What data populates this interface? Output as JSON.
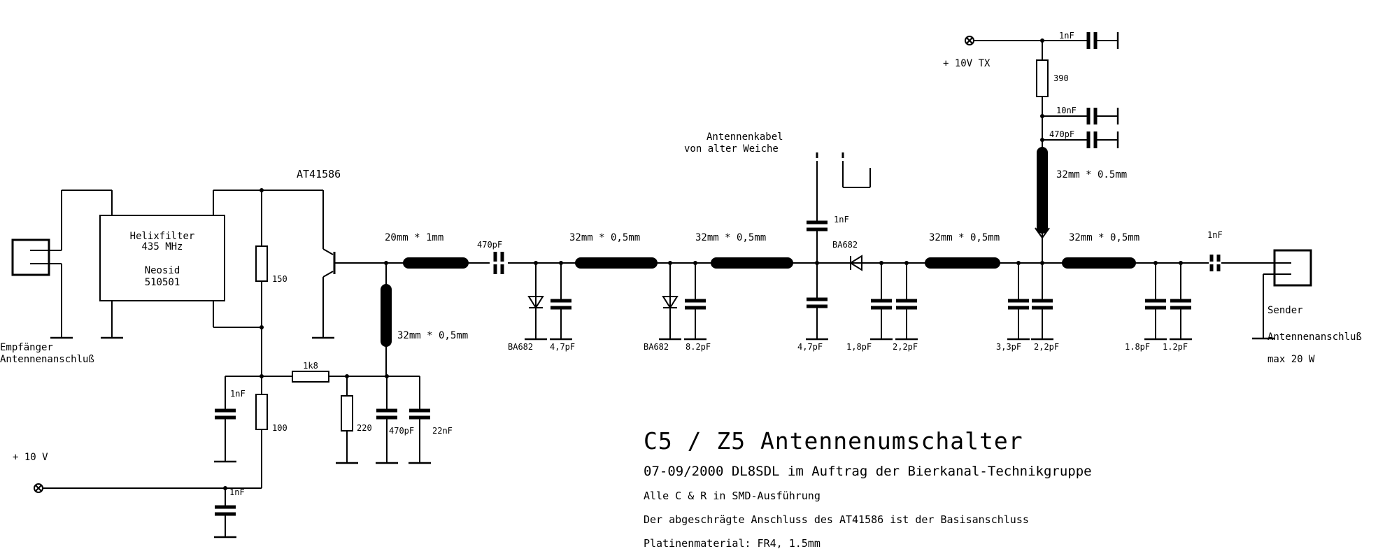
{
  "labels": {
    "helix_line1": "Helixfilter",
    "helix_line2": "435 MHz",
    "helix_line3": "Neosid",
    "helix_line4": "510501",
    "transistor": "AT41586",
    "empf_line1": "Empfänger",
    "empf_line2": "Antennenanschluß",
    "sender_line1": "Sender",
    "sender_line2": "Antennenanschluß",
    "sender_line3": "max 20 W",
    "plus10v": "+ 10 V",
    "plus10v_tx": "+ 10V TX",
    "kabel_line1": "Antennenkabel",
    "kabel_line2": "von alter Weiche"
  },
  "strips": {
    "s1": "20mm * 1mm",
    "s_vert1": "32mm * 0,5mm",
    "s2": "32mm * 0,5mm",
    "s3": "32mm * 0,5mm",
    "s4": "32mm * 0,5mm",
    "s5": "32mm * 0,5mm",
    "s_vert2": "32mm * 0.5mm"
  },
  "resistors": {
    "r150": "150",
    "r100": "100",
    "r1k8": "1k8",
    "r220": "220",
    "r390": "390"
  },
  "capacitors": {
    "c_1n_left": "1nF",
    "c_470p_bias": "470pF",
    "c_22n": "22nF",
    "c_1n_bottom": "1nF",
    "c_470p_series": "470pF",
    "c_4p7_a": "4,7pF",
    "c_8p2": "8.2pF",
    "c_1n_kabel": "1nF",
    "c_4p7_b": "4,7pF",
    "c_1p8_a": "1,8pF",
    "c_2p2_a": "2,2pF",
    "c_3p3": "3,3pF",
    "c_2p2_b": "2,2pF",
    "c_1p8_b": "1.8pF",
    "c_1p2": "1.2pF",
    "c_1n_out": "1nF",
    "c_1n_tx": "1nF",
    "c_10n_tx": "10nF",
    "c_470p_tx": "470pF"
  },
  "diodes": {
    "d1": "BA682",
    "d2": "BA682",
    "d3": "BA682"
  },
  "title_block": {
    "title": "C5 / Z5 Antennenumschalter",
    "subtitle": "07-09/2000  DL8SDL im Auftrag der Bierkanal-Technikgruppe",
    "note1": "Alle C & R in SMD-Ausführung",
    "note2": "Der abgeschrägte Anschluss des AT41586 ist der Basisanschluss",
    "note3": "Platinenmaterial: FR4, 1.5mm"
  }
}
